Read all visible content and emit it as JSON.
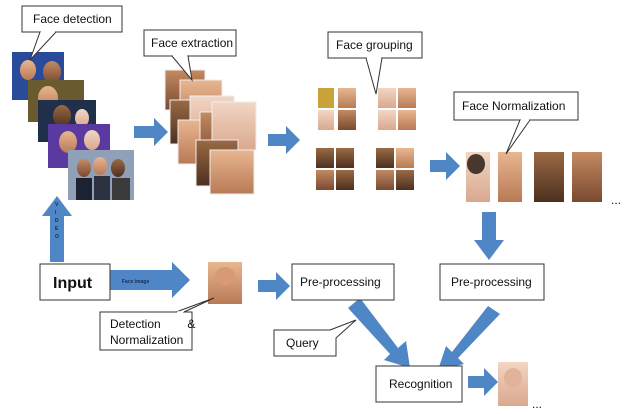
{
  "labels": {
    "face_detection": "Face detection",
    "face_extraction": "Face extraction",
    "face_grouping": "Face grouping",
    "face_normalization": "Face Normalization",
    "input": "Input",
    "face_image": "Face image",
    "video_letters": [
      "V",
      "I",
      "D",
      "E",
      "O"
    ],
    "detection_normalization_line1": "Detection        &",
    "detection_normalization_line2": "Normalization",
    "preprocessing_left": "Pre-processing",
    "preprocessing_right": "Pre-processing",
    "query": "Query",
    "recognition": "Recognition",
    "ellipsis_normalized": "...",
    "ellipsis_result": "..."
  },
  "colors": {
    "arrow": "#4f86c6",
    "arrow_dark": "#3a6fb0",
    "box_border": "#333333"
  }
}
